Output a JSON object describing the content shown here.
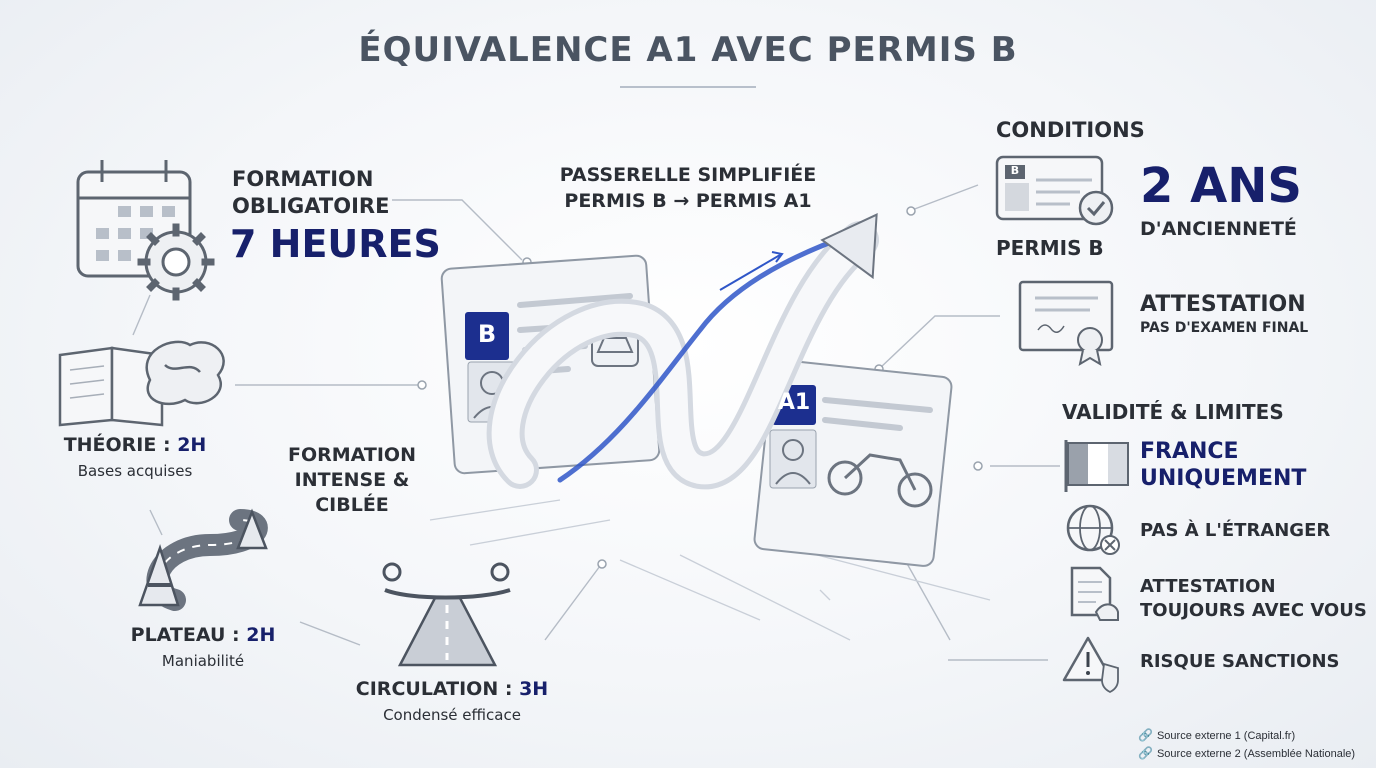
{
  "title": "ÉQUIVALENCE A1 AVEC PERMIS B",
  "formation": {
    "line1": "FORMATION",
    "line2": "OBLIGATOIRE",
    "hours": "7 HEURES"
  },
  "passerelle": {
    "line1": "PASSERELLE SIMPLIFIÉE",
    "line2": "PERMIS B → PERMIS A1"
  },
  "theorie": {
    "label": "THÉORIE : ",
    "value": "2H",
    "sub": "Bases acquises"
  },
  "formation_intense": {
    "line1": "FORMATION",
    "line2": "INTENSE &",
    "line3": "CIBLÉE"
  },
  "plateau": {
    "label": "PLATEAU : ",
    "value": "2H",
    "sub": "Maniabilité"
  },
  "circulation": {
    "label": "CIRCULATION : ",
    "value": "3H",
    "sub": "Condensé efficace"
  },
  "cards": {
    "b_badge": "B",
    "a1_badge": "A1"
  },
  "conditions": {
    "title": "CONDITIONS",
    "card_badge": "B",
    "permis_label": "PERMIS B",
    "years": "2 ANS",
    "anciennete": "D'ANCIENNETÉ",
    "attestation_title": "ATTESTATION",
    "attestation_sub": "PAS D'EXAMEN FINAL"
  },
  "validite": {
    "title": "VALIDITÉ & LIMITES",
    "france": "FRANCE UNIQUEMENT",
    "etranger": "PAS À L'ÉTRANGER",
    "attestation_line1": "ATTESTATION",
    "attestation_line2": "TOUJOURS AVEC VOUS",
    "risque": "RISQUE SANCTIONS"
  },
  "sources": [
    "Source externe 1 (Capital.fr)",
    "Source externe 2 (Assemblée Nationale)"
  ],
  "colors": {
    "navy": "#17206b",
    "dark": "#2b2f36",
    "accent_blue": "#2f56c8",
    "card_badge": "#1c2f8f"
  }
}
